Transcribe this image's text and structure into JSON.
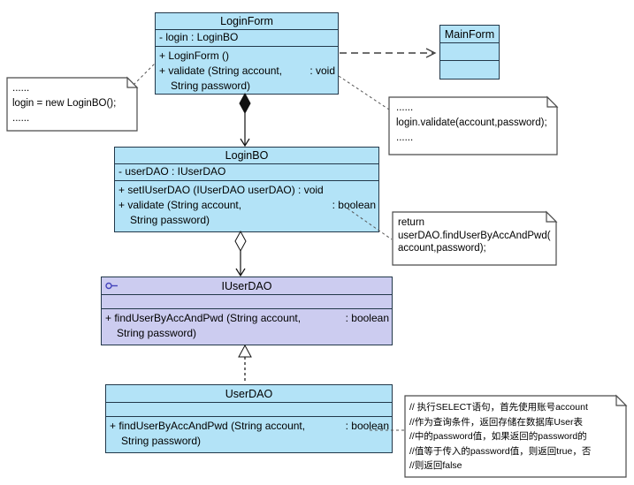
{
  "classes": {
    "loginForm": {
      "name": "LoginForm",
      "attributes": [
        "- login : LoginBO"
      ],
      "methods": [
        {
          "left": "+ LoginForm ()",
          "right": ""
        },
        {
          "left": "+ validate (String account,",
          "right": ": void"
        },
        {
          "left": "String password)",
          "right": ""
        }
      ]
    },
    "mainForm": {
      "name": "MainForm",
      "attributes": [],
      "methods": []
    },
    "loginBO": {
      "name": "LoginBO",
      "attributes": [
        "- userDAO : IUserDAO"
      ],
      "methods": [
        {
          "left": "+ setIUserDAO (IUserDAO userDAO) : void",
          "right": ""
        },
        {
          "left": "+ validate (String account,",
          "right": ": boolean"
        },
        {
          "left": "String password)",
          "right": ""
        }
      ]
    },
    "iUserDAO": {
      "name": "IUserDAO",
      "icon": "interface-lollipop-icon",
      "attributes": [],
      "methods": [
        {
          "left": "+ findUserByAccAndPwd (String account,",
          "right": ": boolean"
        },
        {
          "left": "String password)",
          "right": ""
        }
      ]
    },
    "userDAO": {
      "name": "UserDAO",
      "attributes": [],
      "methods": [
        {
          "left": "+ findUserByAccAndPwd (String account,",
          "right": ": boolean"
        },
        {
          "left": "String password)",
          "right": ""
        }
      ]
    }
  },
  "notes": {
    "newLoginBO": {
      "lines": [
        "......",
        "login = new LoginBO();",
        "......"
      ]
    },
    "validateCall": {
      "lines": [
        "......",
        "login.validate(account,password);",
        "......"
      ]
    },
    "returnCall": {
      "lines": [
        "return",
        "userDAO.findUserByAccAndPwd(",
        "account,password);"
      ]
    },
    "selectComment": {
      "lines": [
        "// 执行SELECT语句，首先使用账号account",
        "//作为查询条件，返回存储在数据库User表",
        "//中的password值，如果返回的password的",
        "//值等于传入的password值，则返回true，否",
        "//则返回false"
      ]
    }
  },
  "relationships": {
    "dependency": "LoginForm ..> MainForm",
    "composition": "LoginForm *-> LoginBO",
    "aggregation": "LoginBO o-> IUserDAO",
    "realization": "UserDAO ..|> IUserDAO"
  },
  "colors": {
    "class_fill": "#b3e3f7",
    "interface_fill": "#ccccf0",
    "border": "#22384a",
    "note_fill": "#ffffff",
    "connector": "#3f3f3f"
  }
}
